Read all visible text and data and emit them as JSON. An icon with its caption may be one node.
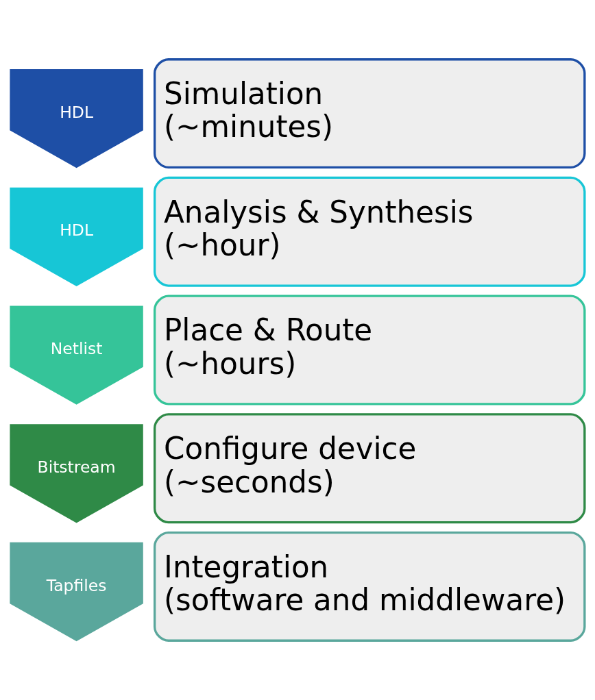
{
  "diagram": {
    "nodes": [
      {
        "text": [
          "HDL"
        ]
      },
      {
        "text": [
          "Simulation (~minutes)"
        ]
      },
      {
        "text": [
          "HDL"
        ]
      },
      {
        "text": [
          "Analysis & Synthesis (~hour)"
        ]
      },
      {
        "text": [
          "Netlist"
        ]
      },
      {
        "text": [
          "Place & Route (~hours)"
        ]
      },
      {
        "text": [
          "Bitstream"
        ]
      },
      {
        "text": [
          "Configure device (~seconds)"
        ]
      },
      {
        "text": [
          "Tapfiles"
        ]
      },
      {
        "text": [
          "Integration (software and middleware)"
        ]
      }
    ],
    "edges": []
  }
}
